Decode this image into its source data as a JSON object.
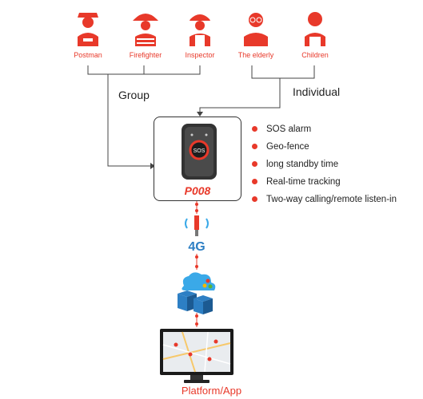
{
  "people": [
    {
      "label": "Postman",
      "icon": "postman-icon"
    },
    {
      "label": "Firefighter",
      "icon": "firefighter-icon"
    },
    {
      "label": "Inspector",
      "icon": "inspector-icon"
    },
    {
      "label": "The elderly",
      "icon": "elderly-icon"
    },
    {
      "label": "Children",
      "icon": "child-icon"
    }
  ],
  "groups": {
    "group_label": "Group",
    "individual_label": "Individual"
  },
  "device": {
    "name": "P008",
    "button_text": "SOS"
  },
  "features": [
    "SOS alarm",
    "Geo-fence",
    "long standby time",
    "Real-time tracking",
    "Two-way calling/remote listen-in"
  ],
  "network_label": "4G",
  "platform_label": "Platform/App",
  "colors": {
    "accent": "#e8392a",
    "line": "#444444",
    "cloud": "#3aa9e8",
    "cube": "#2d7fc4"
  }
}
